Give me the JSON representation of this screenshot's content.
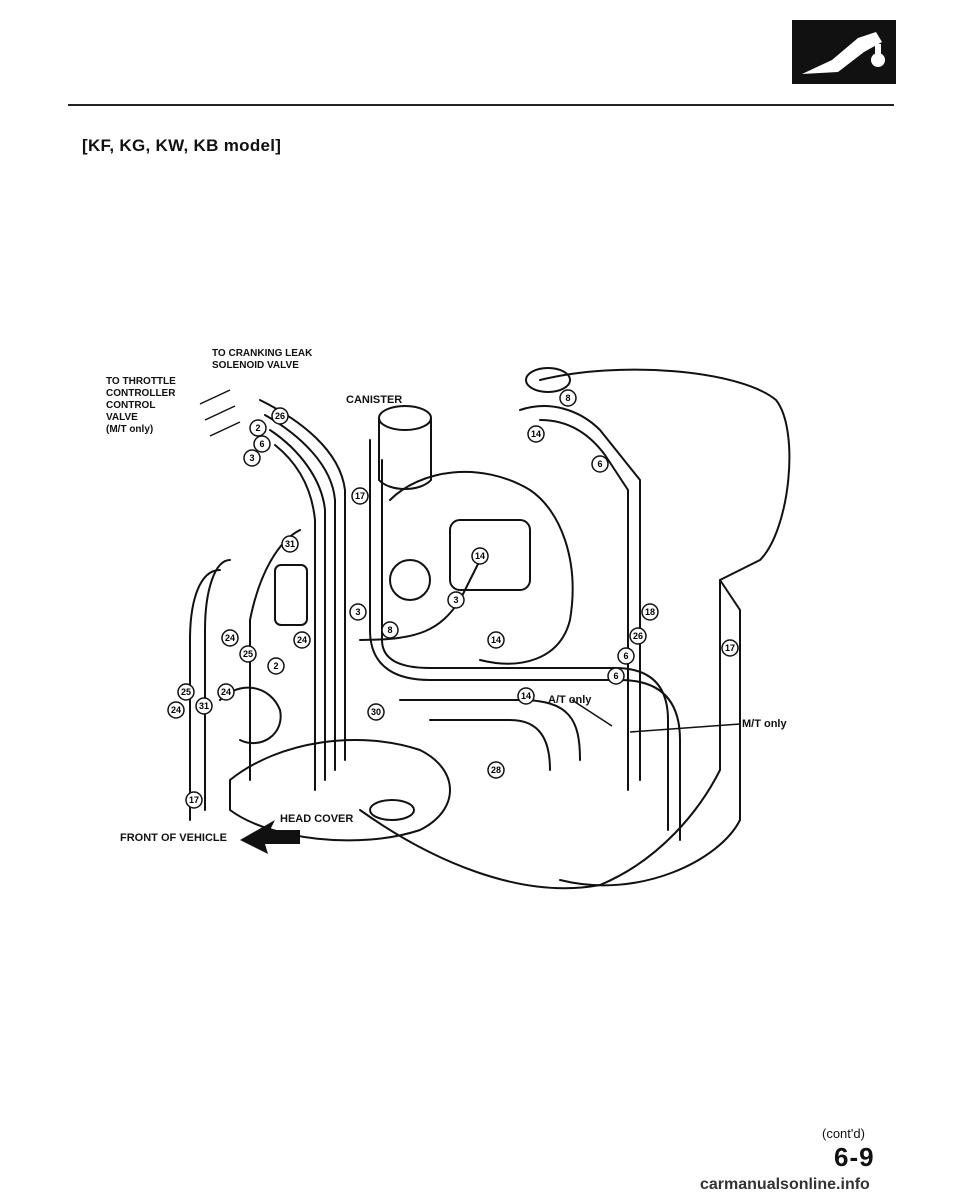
{
  "heading": "[KF, KG, KW, KB model]",
  "labels": {
    "to_throttle": "TO THROTTLE CONTROLLER CONTROL VALVE (M/T only)",
    "to_throttle_lines": [
      "TO THROTTLE",
      "CONTROLLER",
      "CONTROL",
      "VALVE",
      "(M/T only)"
    ],
    "to_cranking": [
      "TO CRANKING LEAK",
      "SOLENOID VALVE"
    ],
    "canister": "CANISTER",
    "at_only": "A/T only",
    "mt_only": "M/T only",
    "head_cover": "HEAD COVER",
    "front_of_vehicle": "FRONT OF VEHICLE"
  },
  "callouts": [
    {
      "id": "c26a",
      "num": "26"
    },
    {
      "id": "c2a",
      "num": "2"
    },
    {
      "id": "c6a",
      "num": "6"
    },
    {
      "id": "c3a",
      "num": "3"
    },
    {
      "id": "c8a",
      "num": "8"
    },
    {
      "id": "c14a",
      "num": "14"
    },
    {
      "id": "c6b",
      "num": "6"
    },
    {
      "id": "c17a",
      "num": "17"
    },
    {
      "id": "c31a",
      "num": "31"
    },
    {
      "id": "c14b",
      "num": "14"
    },
    {
      "id": "c3b",
      "num": "3"
    },
    {
      "id": "c3c",
      "num": "3"
    },
    {
      "id": "c8b",
      "num": "8"
    },
    {
      "id": "c14c",
      "num": "14"
    },
    {
      "id": "c24a",
      "num": "24"
    },
    {
      "id": "c24b",
      "num": "24"
    },
    {
      "id": "c25a",
      "num": "25"
    },
    {
      "id": "c2b",
      "num": "2"
    },
    {
      "id": "c25b",
      "num": "25"
    },
    {
      "id": "c24c",
      "num": "24"
    },
    {
      "id": "c24d",
      "num": "24"
    },
    {
      "id": "c31b",
      "num": "31"
    },
    {
      "id": "c18",
      "num": "18"
    },
    {
      "id": "c26b",
      "num": "26"
    },
    {
      "id": "c6c",
      "num": "6"
    },
    {
      "id": "c6d",
      "num": "6"
    },
    {
      "id": "c17b",
      "num": "17"
    },
    {
      "id": "c14d",
      "num": "14"
    },
    {
      "id": "c30",
      "num": "30"
    },
    {
      "id": "c28",
      "num": "28"
    },
    {
      "id": "c17c",
      "num": "17"
    }
  ],
  "footer": {
    "contd": "(cont'd)",
    "page_number": "6-9",
    "watermark": "carmanualsonline.info"
  }
}
